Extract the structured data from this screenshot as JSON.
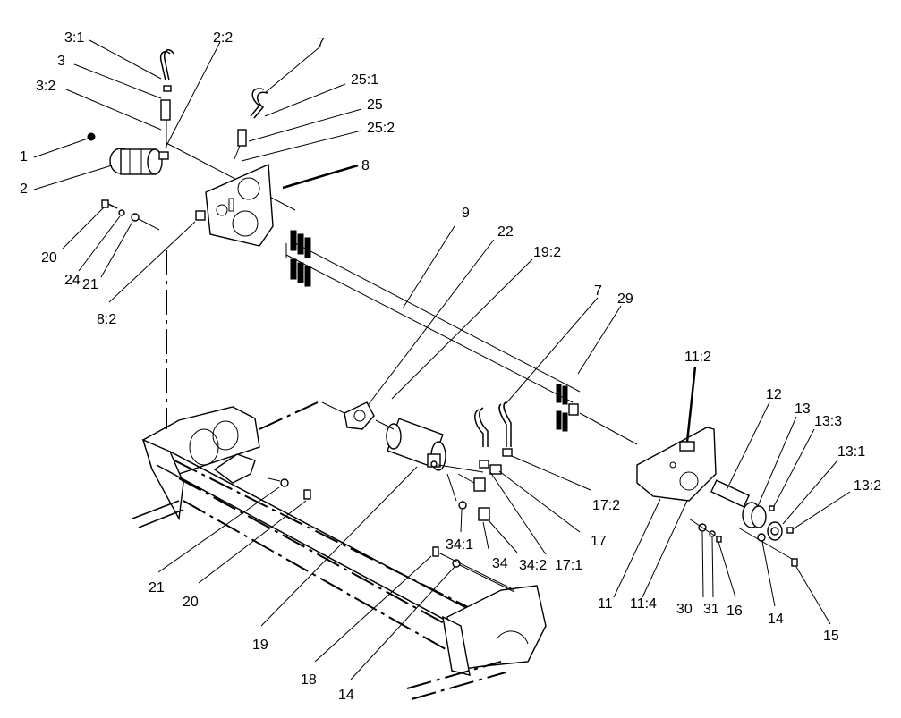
{
  "labels": {
    "l3_1": "3:1",
    "l3": "3",
    "l3_2": "3:2",
    "l2_2": "2:2",
    "l7a": "7",
    "l25_1": "25:1",
    "l25": "25",
    "l25_2": "25:2",
    "l1": "1",
    "l2": "2",
    "l8": "8",
    "l20a": "20",
    "l24": "24",
    "l21a": "21",
    "l8_2": "8:2",
    "l9": "9",
    "l22": "22",
    "l19_2": "19:2",
    "l7b": "7",
    "l29": "29",
    "l11_2": "11:2",
    "l12": "12",
    "l13": "13",
    "l13_3": "13:3",
    "l13_1": "13:1",
    "l13_2": "13:2",
    "l17_2": "17:2",
    "l17": "17",
    "l17_1": "17:1",
    "l34_2": "34:2",
    "l34": "34",
    "l34_1": "34:1",
    "l21b": "21",
    "l20b": "20",
    "l19": "19",
    "l18": "18",
    "l14a": "14",
    "l11": "11",
    "l11_4": "11:4",
    "l30": "30",
    "l31": "31",
    "l16": "16",
    "l14b": "14",
    "l15": "15"
  }
}
